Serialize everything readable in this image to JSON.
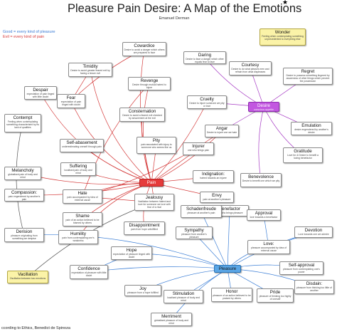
{
  "title": "Pleasure Pain Desire: A Map of the Emotions",
  "author": "Emanuel Derman",
  "legend": {
    "good": "Good = every kind of pleasure",
    "evil": "Evil = every kind of pain",
    "good_color": "#3a7bd5",
    "evil_color": "#d63a3a"
  },
  "credit": "ccording to Ethics, Benedict de Spinoza",
  "colors": {
    "red_edge": "#d43a3a",
    "blue_edge": "#3d7fd6",
    "purple_edge": "#a63bc4",
    "dark_edge": "#555555"
  },
  "nodes": {
    "wonder": {
      "name": "Wonder",
      "def": "Feeling when contemplating something unprecedented to everything else"
    },
    "cowardice": {
      "name": "Cowardice",
      "def": "Desire to avoid a danger which others are prepared to face"
    },
    "daring": {
      "name": "Daring",
      "def": "Desire to face a danger which other equals fear to face"
    },
    "timidity": {
      "name": "Timidity",
      "def": "Desire to avoid greater feared evil by facing a lesser evil"
    },
    "courtesy": {
      "name": "Courtesy",
      "def": "Desire to do what pleases men and refrain from what displeases"
    },
    "regret": {
      "name": "Regret",
      "def": "Desire to possess something lingered by awareness of other things which prevent the possession"
    },
    "despair": {
      "name": "Despair",
      "def": "expectation of pain tinged with little doubt"
    },
    "revenge": {
      "name": "Revenge",
      "def": "Desire through mutual hatred to injure"
    },
    "desire": {
      "name": "Desire",
      "def": "conscious appetite"
    },
    "contempt": {
      "name": "Contempt",
      "def": "Feeling when contemplating something characterised by its lack of qualities"
    },
    "fear": {
      "name": "Fear",
      "def": "expectation of pain tinged with doubt"
    },
    "consternation": {
      "name": "Consternation",
      "def": "Desire to avoid a feared evil checked by amazement at the evil"
    },
    "cruelty": {
      "name": "Cruelty",
      "def": "Desire to injure someone we pity or love"
    },
    "emulation": {
      "name": "Emulation",
      "def": "desire engendered by another's desire"
    },
    "anger": {
      "name": "Angar",
      "def": "Desire to injure one we hate"
    },
    "self_abasement": {
      "name": "Self-abasement",
      "def": "underestimating oneself through pain"
    },
    "pity": {
      "name": "Pity",
      "def": "pain associated with injury to someone who seems like us"
    },
    "injurer": {
      "name": "Injurer",
      "def": "one who brings pain"
    },
    "gratitude": {
      "name": "Gratitude",
      "def": "Love for & Desire to benefit a loving benefactor"
    },
    "melancholy": {
      "name": "Melancholy",
      "def": "globalised pain of body and mind"
    },
    "suffering": {
      "name": "Suffering",
      "def": "localised pain of body and mind"
    },
    "indignation": {
      "name": "Indignation:",
      "def": "hatred towards an injurer"
    },
    "benevolence": {
      "name": "Benevolence",
      "def": "Desire to benefit one which we pity"
    },
    "pain": {
      "name": "Pain",
      "def": ""
    },
    "compassion": {
      "name": "Compassion:",
      "def": "pain engendered by another's pain"
    },
    "hate": {
      "name": "Hate",
      "def": "pain accompanied by idea of external cause"
    },
    "envy": {
      "name": "Envy",
      "def": "pain at another's pleasure"
    },
    "benefactor": {
      "name": "Benefactor",
      "def": "one who brings pleasure"
    },
    "jealousy": {
      "name": "Jealousy",
      "def": "Vacillation between hatred and love for someone we love with fear of a rival"
    },
    "schadenfreude": {
      "name": "Schadenfreude",
      "def": "pleasure at another's pain"
    },
    "approval": {
      "name": "Approval",
      "def": "love towards a benefactor"
    },
    "shame": {
      "name": "Shame",
      "def": "pain of an action believed to be blamed by others"
    },
    "derision": {
      "name": "Derision",
      "def": "pleasure originating from something we despise"
    },
    "devotion": {
      "name": "Devotion",
      "def": "Love towards one we admire"
    },
    "humility": {
      "name": "Humility",
      "def": "pain from contemplating one's weakness"
    },
    "disappointment": {
      "name": "Disappointment",
      "def": "pain from hope unfulfilled"
    },
    "sympathy": {
      "name": "Sympathy",
      "def": "pleasure from another's pleasure"
    },
    "love": {
      "name": "Love:",
      "def": "pleasure accompanied by idea of external cause"
    },
    "vacillation": {
      "name": "Vacillation",
      "def": "Oscillation between two emotions"
    },
    "hope": {
      "name": "Hope",
      "def": "expectation of pleasure tinged with doubt"
    },
    "pleasure": {
      "name": "Pleasure",
      "def": ""
    },
    "self_approval": {
      "name": "Self-approval",
      "def": "pleasure from contemplating one's power"
    },
    "confidence": {
      "name": "Confidence",
      "def": "expectation of pleasure with little doubt"
    },
    "joy": {
      "name": "Joy",
      "def": "pleasure from a hope fulfilled"
    },
    "stimulation": {
      "name": "Stimulation",
      "def": "localised pleasure of body and mind"
    },
    "honor": {
      "name": "Honor",
      "def": "pleasure of an action believed to be praised by others"
    },
    "pride": {
      "name": "Pride",
      "def": "pleasure of thinking too highly of oneself"
    },
    "disdain": {
      "name": "Disdain:",
      "def": "pleasure from thinking too little of another"
    },
    "merriment": {
      "name": "Merriment",
      "def": "globalised pleasure of body and mind"
    }
  }
}
